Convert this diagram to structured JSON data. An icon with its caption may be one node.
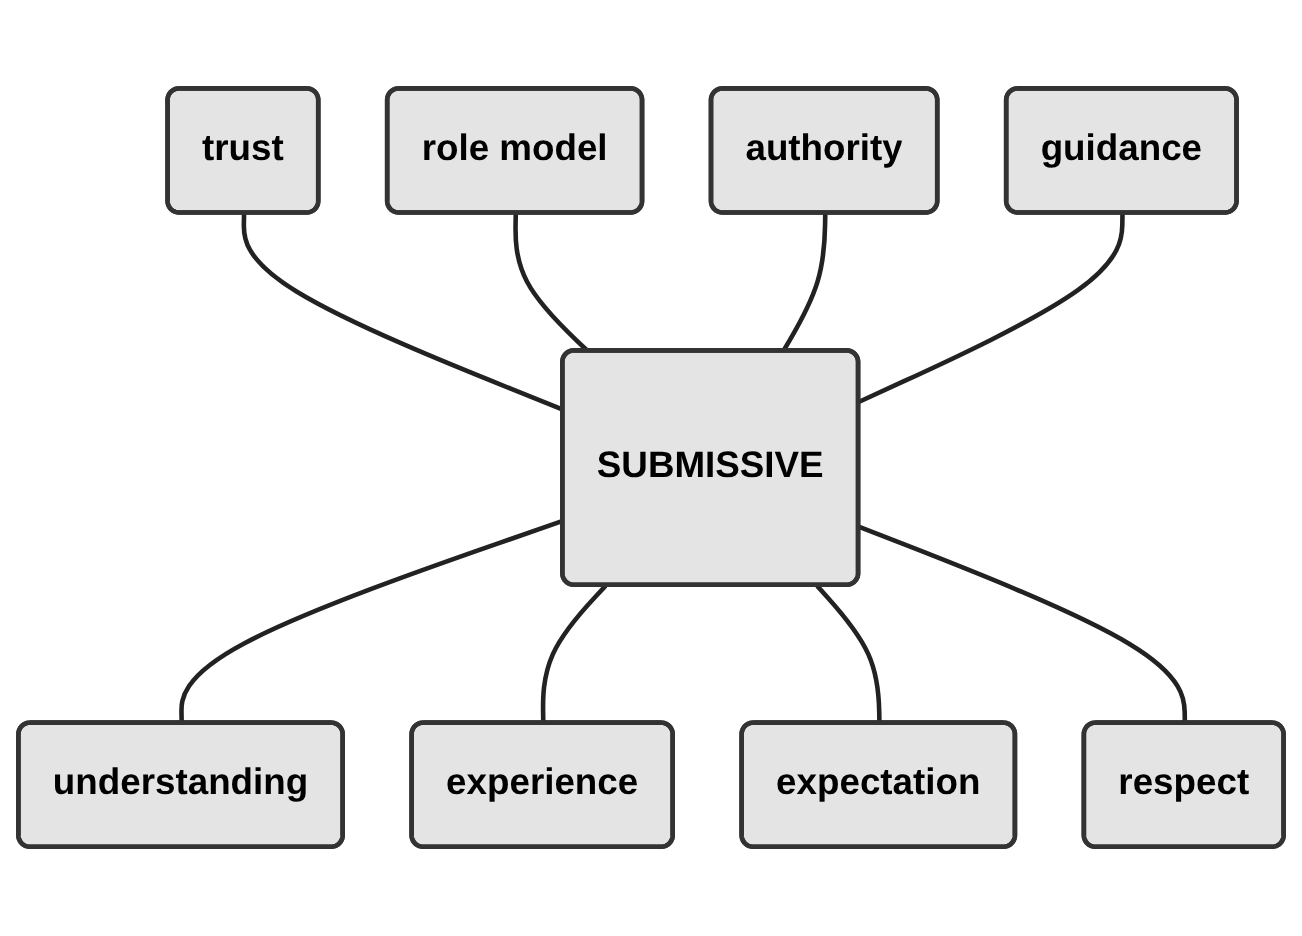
{
  "diagram": {
    "nodes": [
      {
        "text": [
          "authority"
        ]
      },
      {
        "text": [
          "trust"
        ]
      },
      {
        "text": [
          "guidance"
        ]
      },
      {
        "text": [
          "role model"
        ]
      },
      {
        "text": [
          "SUBMISSIVE"
        ]
      },
      {
        "text": [
          "understanding"
        ]
      },
      {
        "text": [
          "experience"
        ]
      },
      {
        "text": [
          "respect"
        ]
      },
      {
        "text": [
          "expectation"
        ]
      }
    ],
    "edges": [
      {
        "from": 1,
        "to": 4,
        "arrow": "none"
      },
      {
        "from": 3,
        "to": 4,
        "arrow": "none"
      },
      {
        "from": 0,
        "to": 4,
        "arrow": "none"
      },
      {
        "from": 2,
        "to": 4,
        "arrow": "none"
      },
      {
        "from": 4,
        "to": 5,
        "arrow": "none"
      },
      {
        "from": 4,
        "to": 6,
        "arrow": "none"
      },
      {
        "from": 4,
        "to": 8,
        "arrow": "none"
      },
      {
        "from": 4,
        "to": 7,
        "arrow": "none"
      }
    ]
  }
}
